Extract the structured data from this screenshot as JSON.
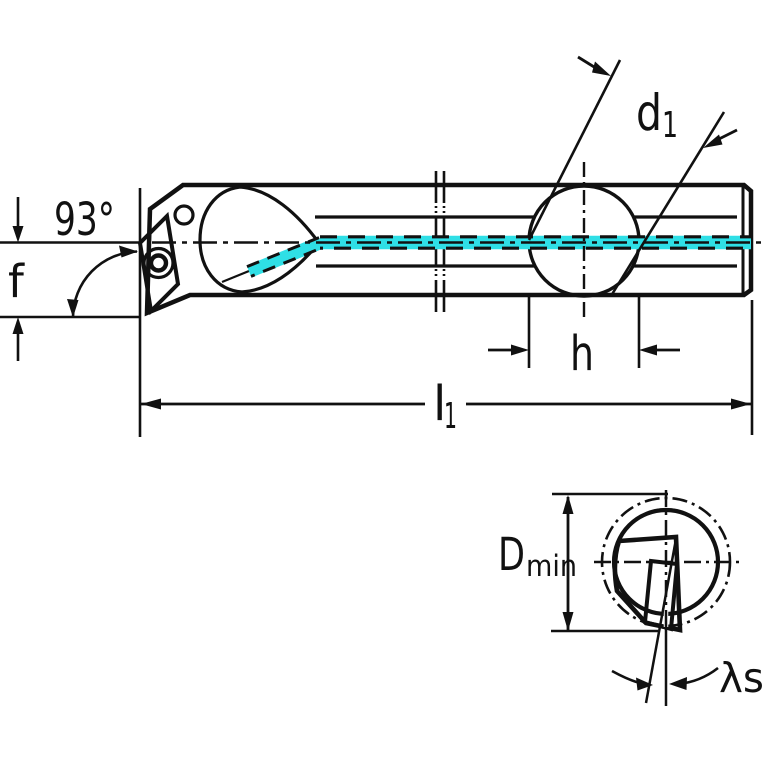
{
  "drawing": {
    "background": "#ffffff",
    "colors": {
      "body": "#c9c9c9",
      "hub": "#9b9b9b",
      "insert": "#eac566",
      "coolant": "#2fdfe6",
      "line": "#111111",
      "white": "#ffffff"
    },
    "side_view": {
      "labels": {
        "cutting_angle": "93°",
        "offset_f": "f",
        "diameter_d": "d",
        "diameter_d_sub": "1",
        "height_h": "h",
        "length_l": "l",
        "length_l_sub": "1"
      }
    },
    "end_view": {
      "labels": {
        "min_bore_D": "D",
        "min_bore_D_sub": "min",
        "inclination_lambda": "λs"
      }
    }
  }
}
